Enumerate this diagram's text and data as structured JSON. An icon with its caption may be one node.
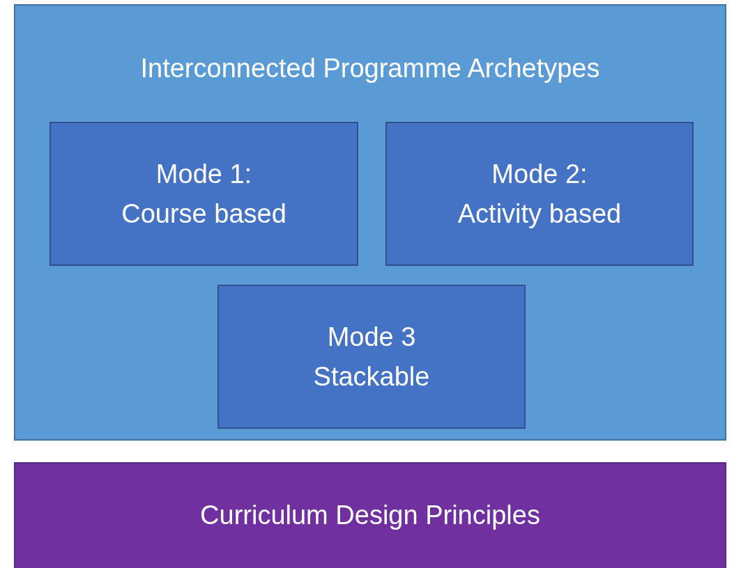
{
  "diagram": {
    "nodes": [
      {
        "text": [
          "Interconnected Programme Archetypes"
        ]
      },
      {
        "text": [
          "Mode 1: Course based"
        ],
        "in": 0
      },
      {
        "text": [
          "Mode 2: Activity based"
        ],
        "in": 0
      },
      {
        "text": [
          "Mode 3 Stackable"
        ],
        "in": 0
      },
      {
        "text": [
          "Curriculum Design Principles"
        ]
      }
    ]
  }
}
